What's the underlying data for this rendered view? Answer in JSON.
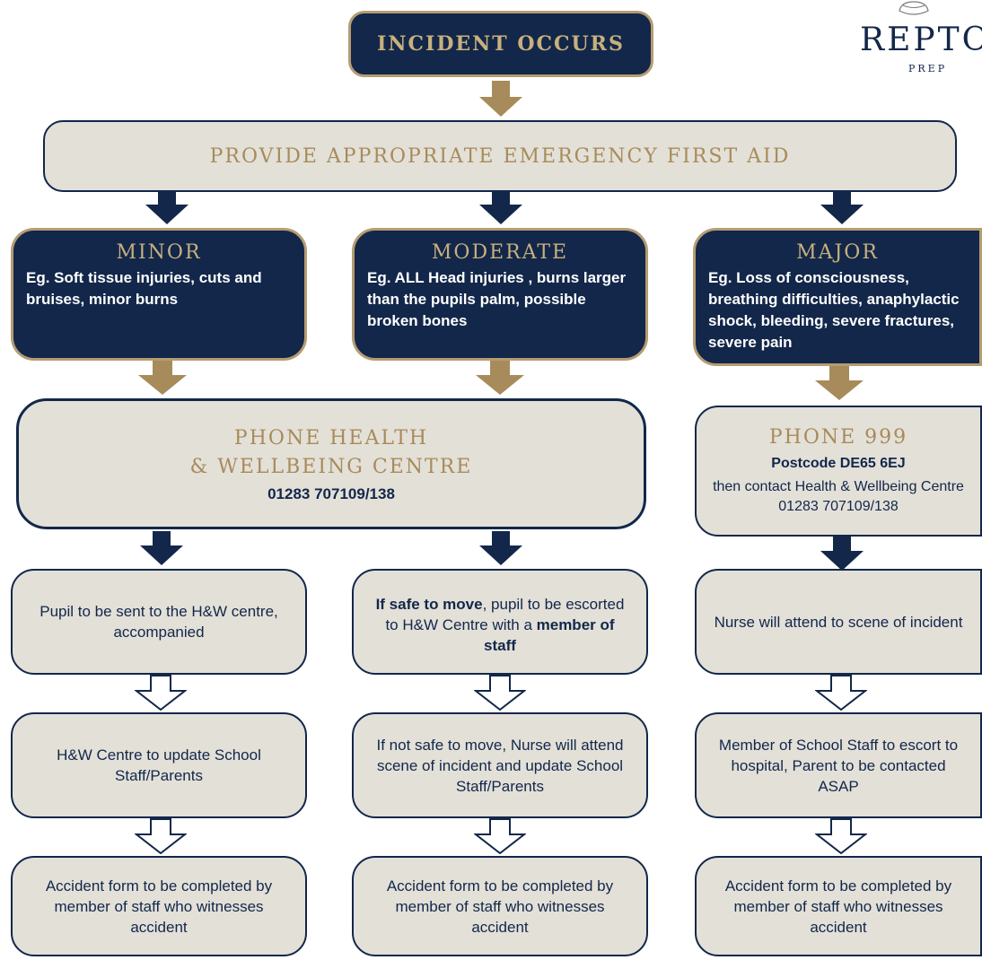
{
  "start": "INCIDENT OCCURS",
  "first_aid": "PROVIDE APPROPRIATE EMERGENCY FIRST AID",
  "logo": {
    "name": "REPTON",
    "sub": "PREP"
  },
  "minor": {
    "title": "MINOR",
    "desc": "Eg. Soft tissue injuries, cuts and bruises, minor burns"
  },
  "moderate": {
    "title": "MODERATE",
    "desc": "Eg. ALL Head injuries , burns larger than the pupils palm, possible broken bones"
  },
  "major": {
    "title": "MAJOR",
    "desc": "Eg. Loss of consciousness, breathing difficulties, anaphylactic shock, bleeding, severe fractures, severe pain"
  },
  "phone_hw": {
    "line1": "PHONE HEALTH",
    "line2": "& WELLBEING CENTRE",
    "number": "01283 707109/138"
  },
  "phone_999": {
    "title": "PHONE 999",
    "postcode": "Postcode DE65 6EJ",
    "then": "then contact Health & Wellbeing Centre 01283 707109/138"
  },
  "minor_steps": {
    "step1": "Pupil to be sent to the H&W centre, accompanied",
    "step2": "H&W Centre to update School Staff/Parents",
    "step3": "Accident form to be completed by member of staff who witnesses accident"
  },
  "moderate_steps": {
    "step1_bold": "If safe to move",
    "step1_mid": ", pupil to be escorted to H&W Centre with a ",
    "step1_bold2": "member of staff",
    "step2": "If not safe to move, Nurse will attend scene of incident and update School Staff/Parents",
    "step3": "Accident form to be completed by member of staff who witnesses accident"
  },
  "major_steps": {
    "step1": "Nurse will attend to scene of incident",
    "step2": "Member of School Staff to escort to hospital, Parent to be contacted ASAP",
    "step3": "Accident form to be completed by member of staff who witnesses accident"
  },
  "colors": {
    "navy": "#12274a",
    "gold": "#a88b5a",
    "grey": "#e3e0d8"
  }
}
